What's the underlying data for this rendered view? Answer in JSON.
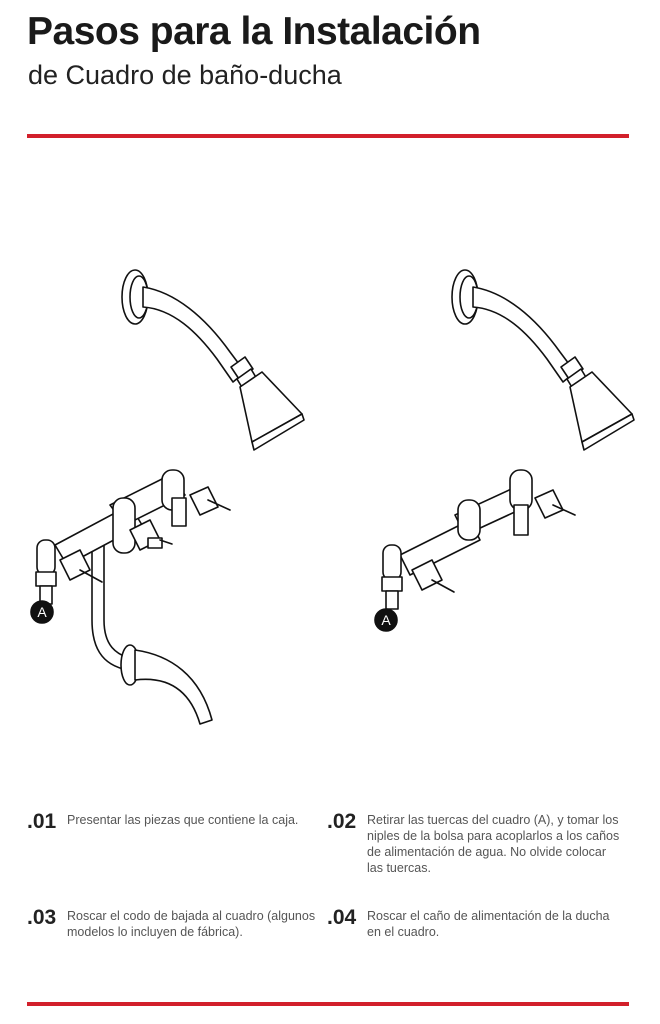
{
  "header": {
    "title": "Pasos para la Instalación",
    "subtitle": "de Cuadro de baño-ducha"
  },
  "labels": {
    "valve_marker": "A"
  },
  "colors": {
    "accent": "#d2202b"
  },
  "steps": [
    {
      "number": ".01",
      "text": "Presentar las piezas que contiene la caja."
    },
    {
      "number": ".02",
      "text": "Retirar las tuercas del cuadro (A), y tomar los niples de la bolsa para acoplarlos a los caños de alimentación de agua. No olvide colocar las tuercas."
    },
    {
      "number": ".03",
      "text": "Roscar el codo de bajada al cuadro (algunos modelos lo incluyen de fábrica)."
    },
    {
      "number": ".04",
      "text": "Roscar el caño de alimentación de la ducha en el cuadro."
    }
  ]
}
